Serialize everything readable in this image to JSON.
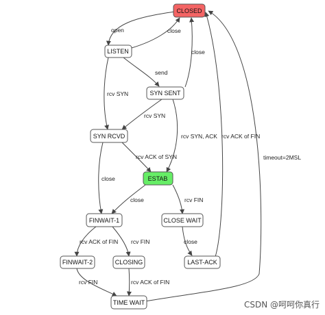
{
  "colors": {
    "closed_fill": "#f46464",
    "estab_fill": "#66ee66",
    "default_fill": "#ffffff"
  },
  "nodes": {
    "closed": "CLOSED",
    "listen": "LISTEN",
    "syn_sent": "SYN SENT",
    "syn_rcvd": "SYN RCVD",
    "estab": "ESTAB",
    "finwait1": "FINWAIT-1",
    "close_wait": "CLOSE WAIT",
    "finwait2": "FINWAIT-2",
    "closing": "CLOSING",
    "last_ack": "LAST-ACK",
    "time_wait": "TIME WAIT"
  },
  "edges": {
    "open": "open",
    "close_listen": "close",
    "close_synsent": "close",
    "send": "send",
    "rcv_syn_listen": "rcv SYN",
    "rcv_syn_synsent": "rcv SYN",
    "rcv_syn_ack": "rcv SYN, ACK",
    "rcv_ack_of_syn": "rcv ACK of SYN",
    "close_synrcvd": "close",
    "close_estab": "close",
    "rcv_fin_estab": "rcv FIN",
    "rcv_ack_of_fin_lastack": "rcv ACK of FIN",
    "timeout": "timeout=2MSL",
    "rcv_ack_of_fin_fw1": "rcv ACK of FIN",
    "rcv_fin_fw1": "rcv FIN",
    "close_closewait": "close",
    "rcv_fin_fw2": "rcv FIN",
    "rcv_ack_of_fin_closing": "rcv ACK of FIN"
  },
  "watermark": "CSDN @呵呵你真行"
}
